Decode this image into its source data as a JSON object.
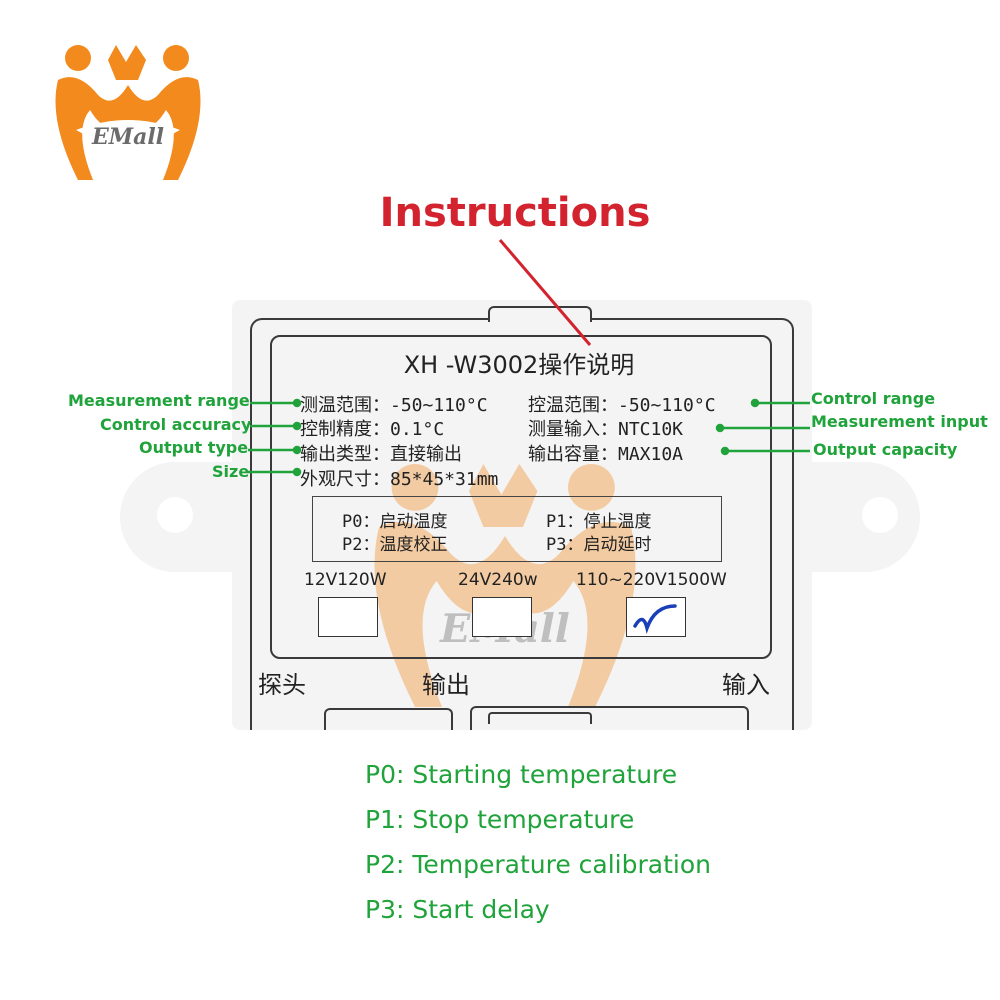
{
  "logo_text": "EMall",
  "watermark_text": "EMall",
  "title": "Instructions",
  "model": "XH -W3002操作说明",
  "specs": {
    "row1_left": "测温范围：-50~110°C",
    "row1_right": "控温范围：-50~110°C",
    "row2_left": "控制精度：0.1°C",
    "row2_right": "测量输入：NTC10K",
    "row3_left": "输出类型：直接输出",
    "row3_right": "输出容量：MAX10A",
    "row4_left": "外观尺寸：85*45*31mm"
  },
  "params": {
    "p0": "P0：启动温度",
    "p1": "P1：停止温度",
    "p2": "P2：温度校正",
    "p3": "P3：启动延时"
  },
  "voltages": {
    "v1": "12V120W",
    "v2": "24V240w",
    "v3": "110~220V1500W"
  },
  "selected_voltage": "110~220V1500W",
  "terminals": {
    "probe": "探头",
    "output": "输出",
    "input": "输入"
  },
  "labels": {
    "measurement_range": "Measurement range",
    "control_accuracy": "Control accuracy",
    "output_type": "Output type",
    "size": "Size",
    "control_range": "Control range",
    "measurement_input": "Measurement input",
    "output_capacity": "Output capacity"
  },
  "legend": {
    "p0": "P0: Starting temperature",
    "p1": "P1: Stop temperature",
    "p2": "P2: Temperature calibration",
    "p3": "P3: Start delay"
  },
  "colors": {
    "title": "#d3232f",
    "label_green": "#1fa33a",
    "logo_orange": "#f28a1e",
    "check_blue": "#1b3fb8"
  }
}
